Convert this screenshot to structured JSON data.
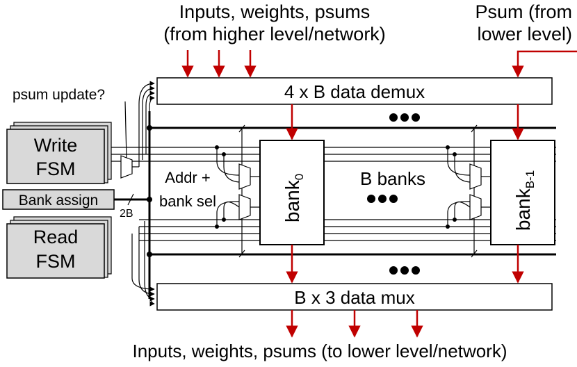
{
  "labels": {
    "top_inputs_line1": "Inputs, weights, psums",
    "top_inputs_line2": "(from higher level/network)",
    "psum_lower_line1": "Psum (from",
    "psum_lower_line2": "lower level)",
    "psum_update": "psum update?",
    "demux": "4 x B data demux",
    "mux": "B x 3 data mux",
    "write_fsm_line1": "Write",
    "write_fsm_line2": "FSM",
    "read_fsm_line1": "Read",
    "read_fsm_line2": "FSM",
    "bank_assign": "Bank assign",
    "bus_width": "2B",
    "addr_sel_line1": "Addr +",
    "addr_sel_line2": "bank sel",
    "bank0_name": "bank",
    "bank0_sub": "0",
    "bankB1_name": "bank",
    "bankB1_sub": "B-1",
    "b_banks": "B banks",
    "bottom_outputs": "Inputs, weights, psums (to lower level/network)"
  },
  "colors": {
    "arrow_red": "#c00000",
    "fsm_fill": "#d9d9d9",
    "line": "#000000"
  }
}
